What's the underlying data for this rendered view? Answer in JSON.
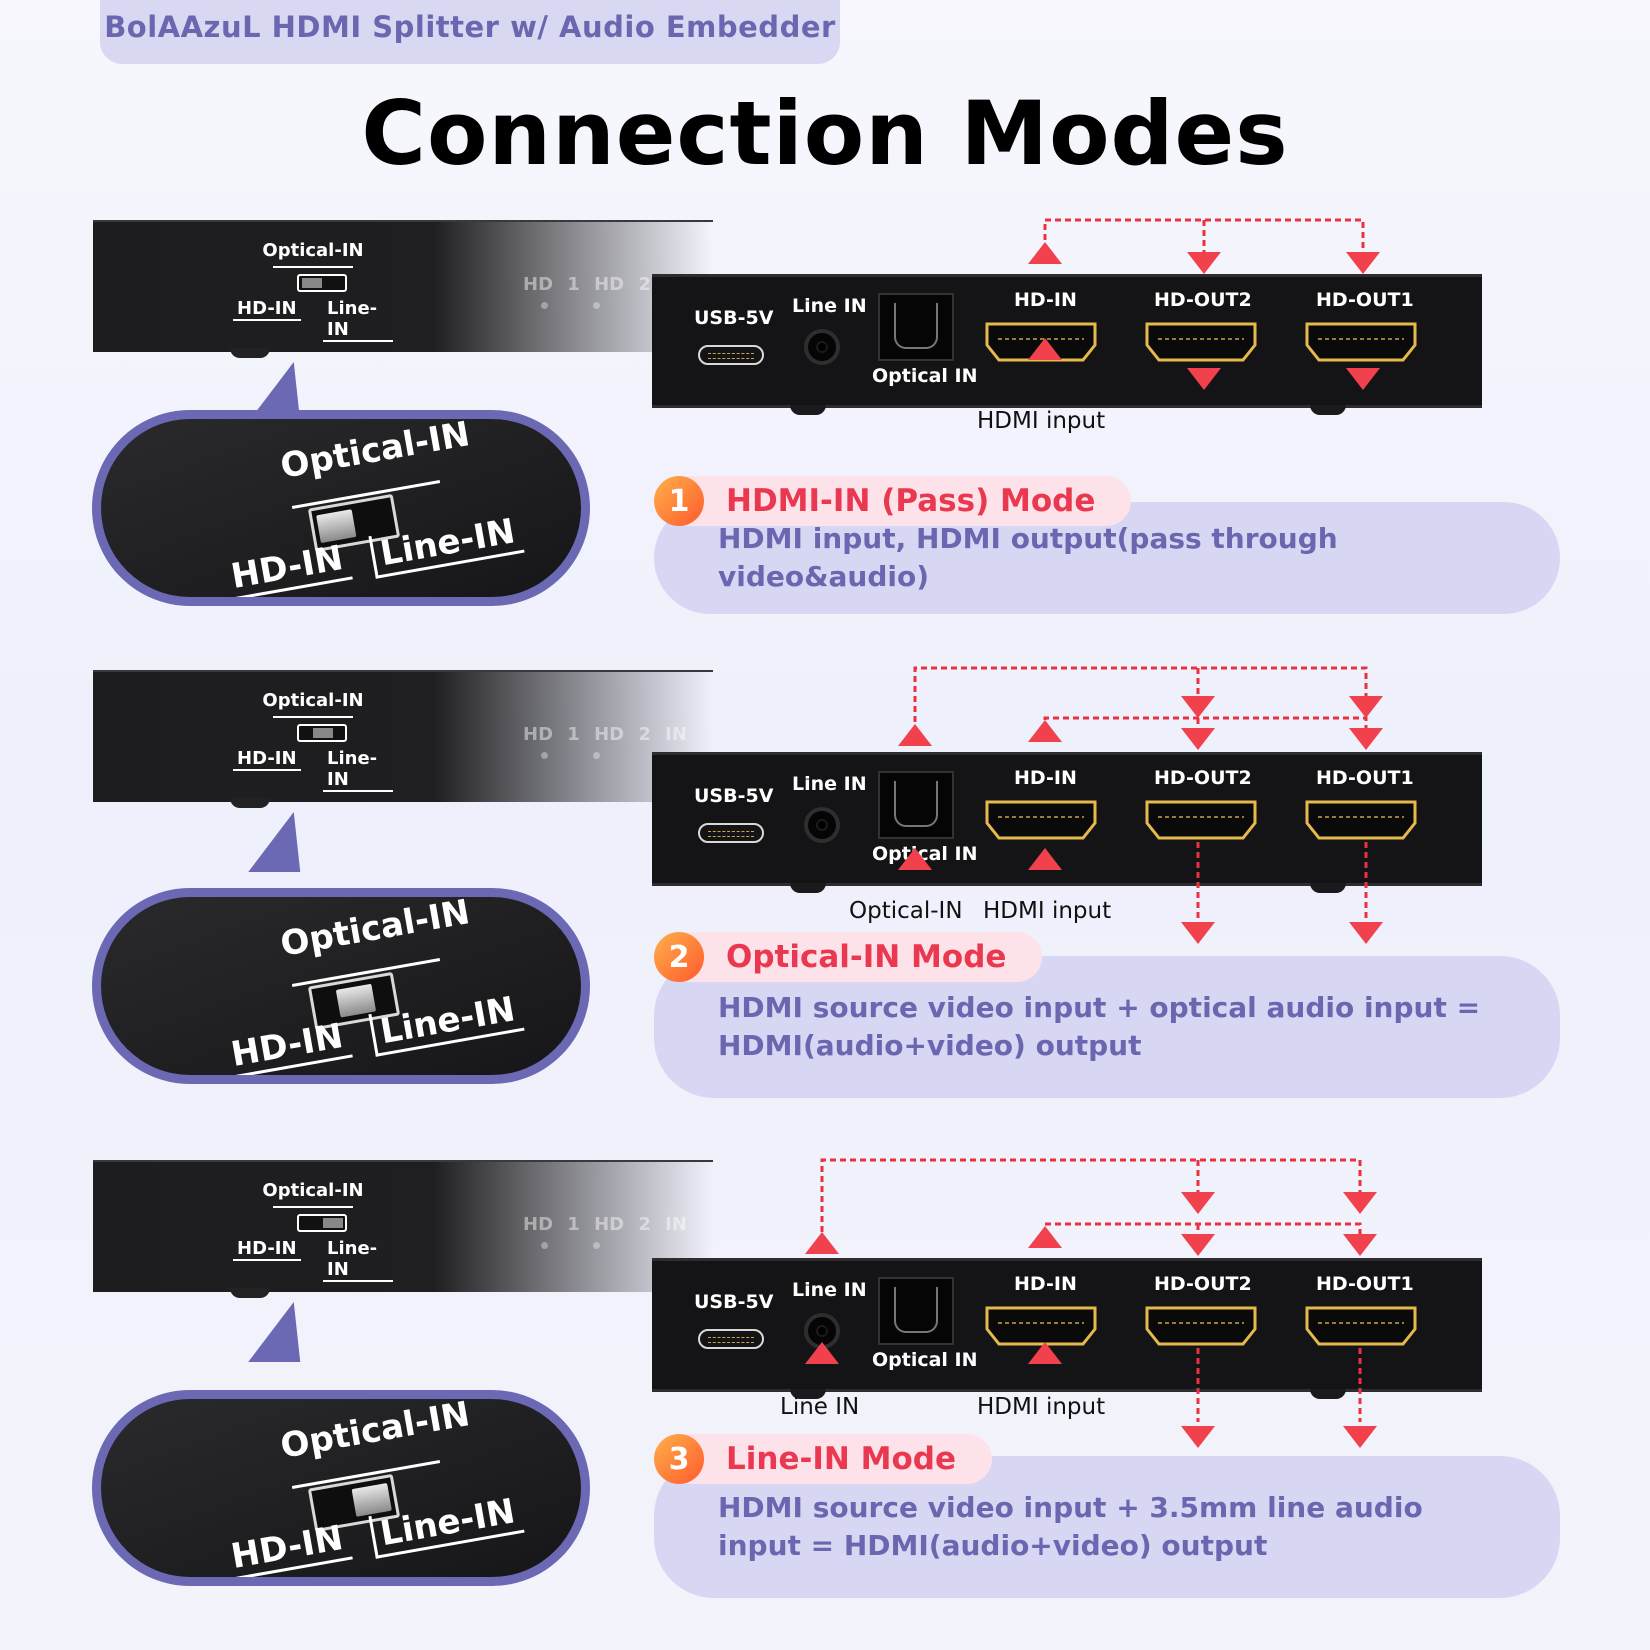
{
  "header": {
    "brand": "BolAAzuL HDMI Splitter w/ Audio Embedder",
    "title": "Connection Modes"
  },
  "switch": {
    "top": "Optical-IN",
    "left": "HD-IN",
    "right": "Line-IN"
  },
  "strip_ports": "HD 1 HD 2 IN",
  "device": {
    "usb": "USB-5V",
    "line_in": "Line IN",
    "optical_in": "Optical IN",
    "hd_in": "HD-IN",
    "hd_out2": "HD-OUT2",
    "hd_out1": "HD-OUT1"
  },
  "modes": [
    {
      "number": "1",
      "name": "HDMI-IN (Pass) Mode",
      "description": "HDMI input, HDMI output(pass through video&audio)",
      "flow_labels": [
        "HDMI input"
      ],
      "switch_position": "HD-IN"
    },
    {
      "number": "2",
      "name": "Optical-IN Mode",
      "description": "HDMI source video input + optical audio input = HDMI(audio+video) output",
      "flow_labels": [
        "Optical-IN",
        "HDMI input"
      ],
      "switch_position": "Optical-IN"
    },
    {
      "number": "3",
      "name": "Line-IN Mode",
      "description": "HDMI source video input + 3.5mm line audio input = HDMI(audio+video) output",
      "flow_labels": [
        "Line IN",
        "HDMI input"
      ],
      "switch_position": "Line-IN"
    }
  ],
  "colors": {
    "accent": "#6b69b4",
    "pill_bg": "#d7d6f3",
    "mode_red": "#e9384f",
    "flow_red": "#e8323f"
  }
}
